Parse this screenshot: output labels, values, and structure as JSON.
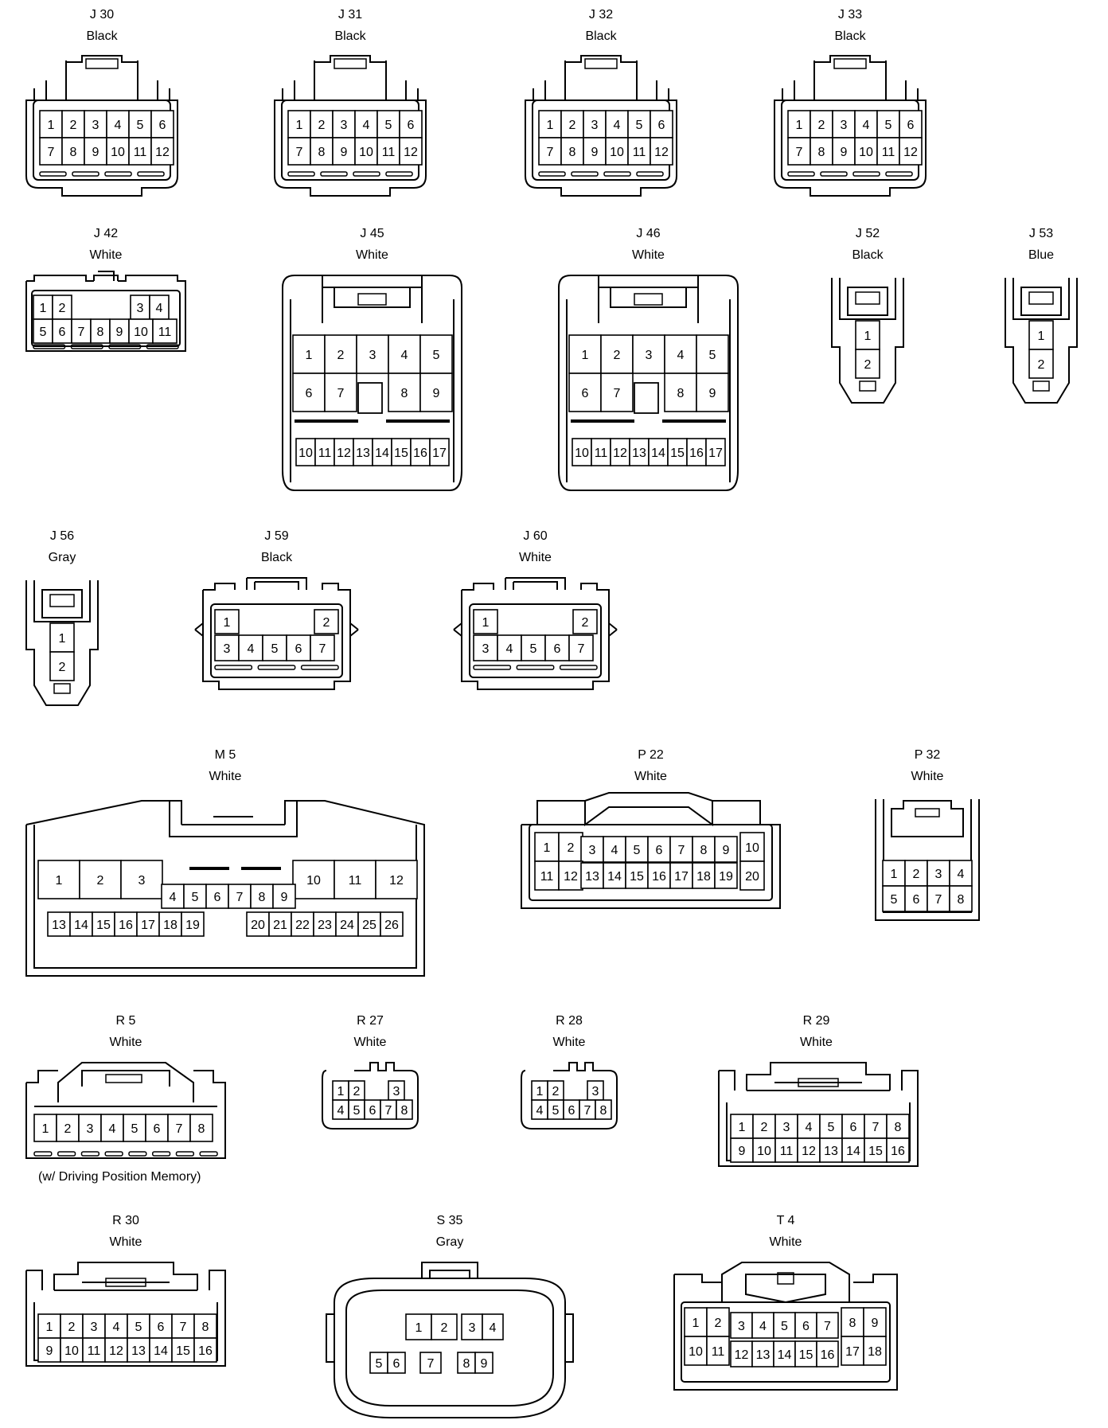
{
  "connectors": [
    {
      "id": "J 30",
      "color": "Black",
      "type": "std12",
      "pins": [
        [
          1,
          2,
          3,
          4,
          5,
          6
        ],
        [
          7,
          8,
          9,
          10,
          11,
          12
        ]
      ]
    },
    {
      "id": "J 31",
      "color": "Black",
      "type": "std12",
      "pins": [
        [
          1,
          2,
          3,
          4,
          5,
          6
        ],
        [
          7,
          8,
          9,
          10,
          11,
          12
        ]
      ]
    },
    {
      "id": "J 32",
      "color": "Black",
      "type": "std12",
      "pins": [
        [
          1,
          2,
          3,
          4,
          5,
          6
        ],
        [
          7,
          8,
          9,
          10,
          11,
          12
        ]
      ]
    },
    {
      "id": "J 33",
      "color": "Black",
      "type": "std12",
      "pins": [
        [
          1,
          2,
          3,
          4,
          5,
          6
        ],
        [
          7,
          8,
          9,
          10,
          11,
          12
        ]
      ]
    },
    {
      "id": "J 42",
      "color": "White",
      "type": "j42",
      "pins": [
        [
          1,
          2,
          null,
          null,
          null,
          3,
          4
        ],
        [
          5,
          6,
          7,
          8,
          9,
          10,
          11
        ]
      ]
    },
    {
      "id": "J 45",
      "color": "White",
      "type": "j45",
      "pins": [
        [
          1,
          2,
          3,
          4,
          5
        ],
        [
          6,
          7,
          null,
          8,
          9
        ],
        [
          10,
          11,
          12,
          13,
          14,
          15,
          16,
          17
        ]
      ]
    },
    {
      "id": "J 46",
      "color": "White",
      "type": "j45",
      "pins": [
        [
          1,
          2,
          3,
          4,
          5
        ],
        [
          6,
          7,
          null,
          8,
          9
        ],
        [
          10,
          11,
          12,
          13,
          14,
          15,
          16,
          17
        ]
      ]
    },
    {
      "id": "J 52",
      "color": "Black",
      "type": "two",
      "pins": [
        [
          1
        ],
        [
          2
        ]
      ]
    },
    {
      "id": "J 53",
      "color": "Blue",
      "type": "two",
      "pins": [
        [
          1
        ],
        [
          2
        ]
      ]
    },
    {
      "id": "J 56",
      "color": "Gray",
      "type": "two",
      "pins": [
        [
          1
        ],
        [
          2
        ]
      ]
    },
    {
      "id": "J 59",
      "color": "Black",
      "type": "seven",
      "pins": [
        [
          1,
          null,
          null,
          null,
          2
        ],
        [
          3,
          4,
          5,
          6,
          7
        ]
      ]
    },
    {
      "id": "J 60",
      "color": "White",
      "type": "seven",
      "pins": [
        [
          1,
          null,
          null,
          null,
          2
        ],
        [
          3,
          4,
          5,
          6,
          7
        ]
      ]
    },
    {
      "id": "M 5",
      "color": "White",
      "type": "m5",
      "pins": [
        [
          1,
          2,
          3
        ],
        [
          4,
          5,
          6,
          7,
          8,
          9
        ],
        [
          10,
          11,
          12
        ],
        [
          13,
          14,
          15,
          16,
          17,
          18,
          19
        ],
        [
          20,
          21,
          22,
          23,
          24,
          25,
          26
        ]
      ]
    },
    {
      "id": "P 22",
      "color": "White",
      "type": "p22",
      "pins": [
        [
          1,
          2,
          3,
          4,
          5,
          6,
          7,
          8,
          9,
          10
        ],
        [
          11,
          12,
          13,
          14,
          15,
          16,
          17,
          18,
          19,
          20
        ]
      ]
    },
    {
      "id": "P 32",
      "color": "White",
      "type": "p32",
      "pins": [
        [
          1,
          2,
          3,
          4
        ],
        [
          5,
          6,
          7,
          8
        ]
      ]
    },
    {
      "id": "R 5",
      "color": "White",
      "type": "r5",
      "pins": [
        [
          1,
          2,
          3,
          4,
          5,
          6,
          7,
          8
        ]
      ]
    },
    {
      "id": "R 27",
      "color": "White",
      "type": "r27",
      "pins": [
        [
          1,
          2,
          null,
          3
        ],
        [
          4,
          5,
          6,
          7,
          8
        ]
      ]
    },
    {
      "id": "R 28",
      "color": "White",
      "type": "r27",
      "pins": [
        [
          1,
          2,
          null,
          3
        ],
        [
          4,
          5,
          6,
          7,
          8
        ]
      ]
    },
    {
      "id": "R 29",
      "color": "White",
      "type": "r16",
      "pins": [
        [
          1,
          2,
          3,
          4,
          5,
          6,
          7,
          8
        ],
        [
          9,
          10,
          11,
          12,
          13,
          14,
          15,
          16
        ]
      ]
    },
    {
      "id": "R 30",
      "color": "White",
      "type": "r16",
      "pins": [
        [
          1,
          2,
          3,
          4,
          5,
          6,
          7,
          8
        ],
        [
          9,
          10,
          11,
          12,
          13,
          14,
          15,
          16
        ]
      ]
    },
    {
      "id": "S 35",
      "color": "Gray",
      "type": "s35",
      "pins": [
        [
          1,
          2,
          3,
          4
        ],
        [
          5,
          6,
          7,
          8,
          9
        ]
      ]
    },
    {
      "id": "T 4",
      "color": "White",
      "type": "t4",
      "pins": [
        [
          1,
          2,
          3,
          4,
          5,
          6,
          7,
          8,
          9
        ],
        [
          10,
          11,
          12,
          13,
          14,
          15,
          16,
          17,
          18
        ]
      ]
    }
  ],
  "notes": {
    "r5": "(w/ Driving Position Memory)"
  }
}
